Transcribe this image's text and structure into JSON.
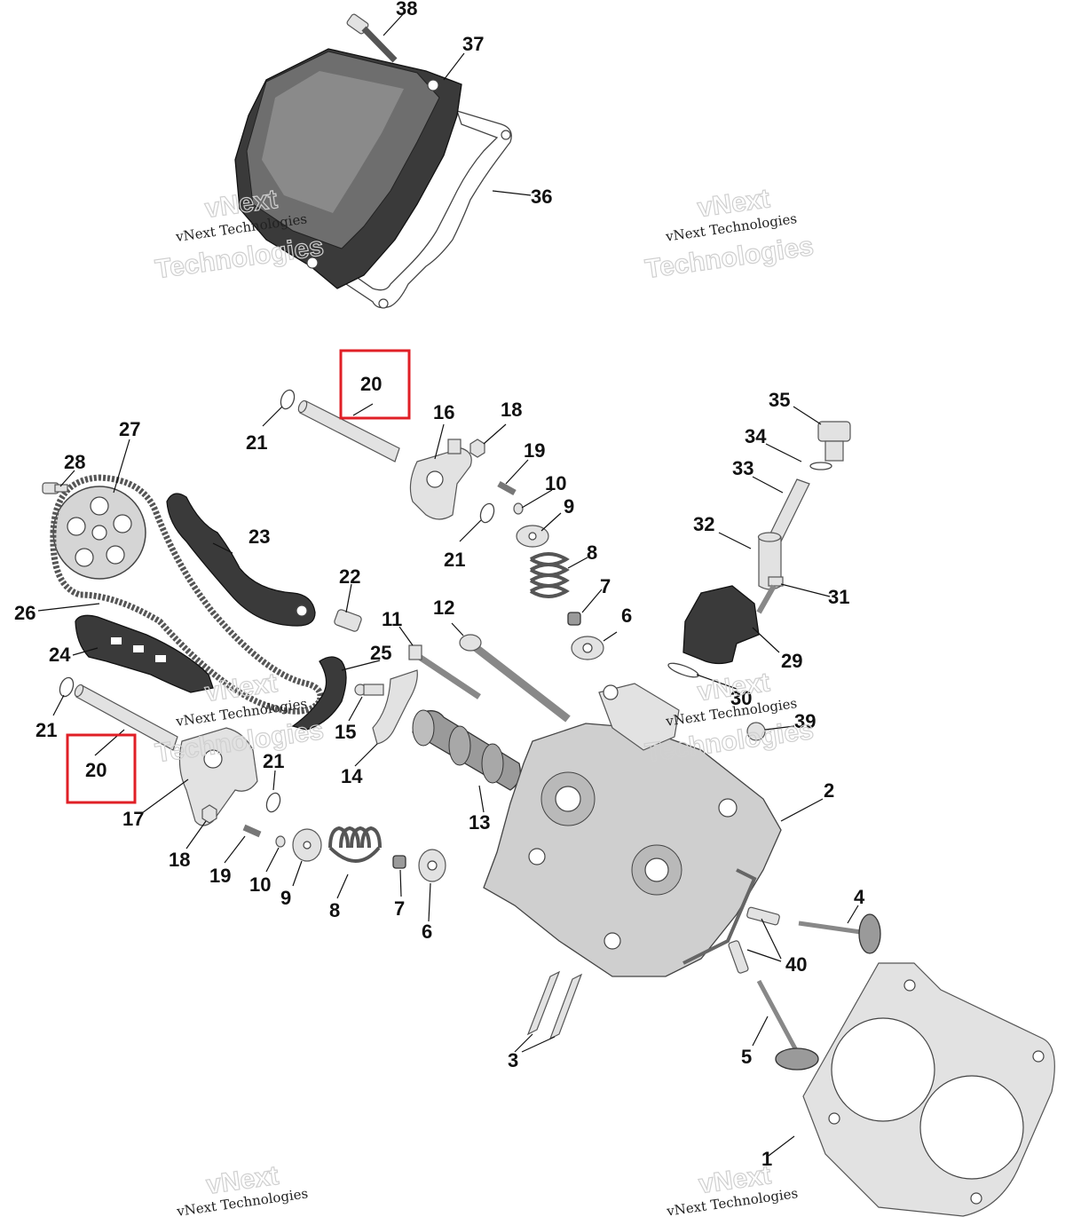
{
  "callouts": [
    "1",
    "2",
    "3",
    "4",
    "5",
    "6",
    "7",
    "8",
    "9",
    "10",
    "11",
    "12",
    "13",
    "14",
    "15",
    "16",
    "17",
    "18",
    "19",
    "20",
    "21",
    "22",
    "23",
    "24",
    "25",
    "26",
    "27",
    "28",
    "29",
    "30",
    "31",
    "32",
    "33",
    "34",
    "35",
    "36",
    "37",
    "38",
    "39",
    "40"
  ],
  "watermark": {
    "line1": "vNext",
    "line2": "vNext Technologies",
    "line3": "Technologies"
  },
  "highlight": {
    "part": "20",
    "color": "#e01f26"
  }
}
